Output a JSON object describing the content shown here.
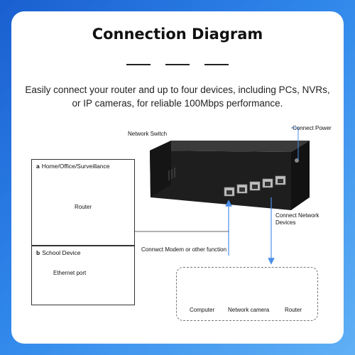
{
  "title": "Connection Diagram",
  "subtitle": "Easily connect your router and up to four devices, including PCs, NVRs, or IP cameras, for reliable 100Mbps performance.",
  "labels": {
    "network_switch": "Network Switch",
    "connect_power": "Connect Power",
    "connect_network_devices": "Connect Network Devices",
    "connect_modem": "Connwct Modem or other function"
  },
  "box_a": {
    "letter": "a",
    "title": "Home/Office/Surveillance",
    "router_label": "Router"
  },
  "box_b": {
    "letter": "b",
    "title": "School Device",
    "port_label": "Ethernet port"
  },
  "devices": [
    {
      "label": "Computer",
      "icon": "computer-icon"
    },
    {
      "label": "Network camera",
      "icon": "network-camera-icon"
    },
    {
      "label": "Router",
      "icon": "router-icon"
    }
  ],
  "colors": {
    "background_start": "#1a5fd0",
    "background_end": "#5fb0f5",
    "card": "#ffffff",
    "arrow": "#4a8fe8",
    "switch_body": "#1c1c1c"
  }
}
